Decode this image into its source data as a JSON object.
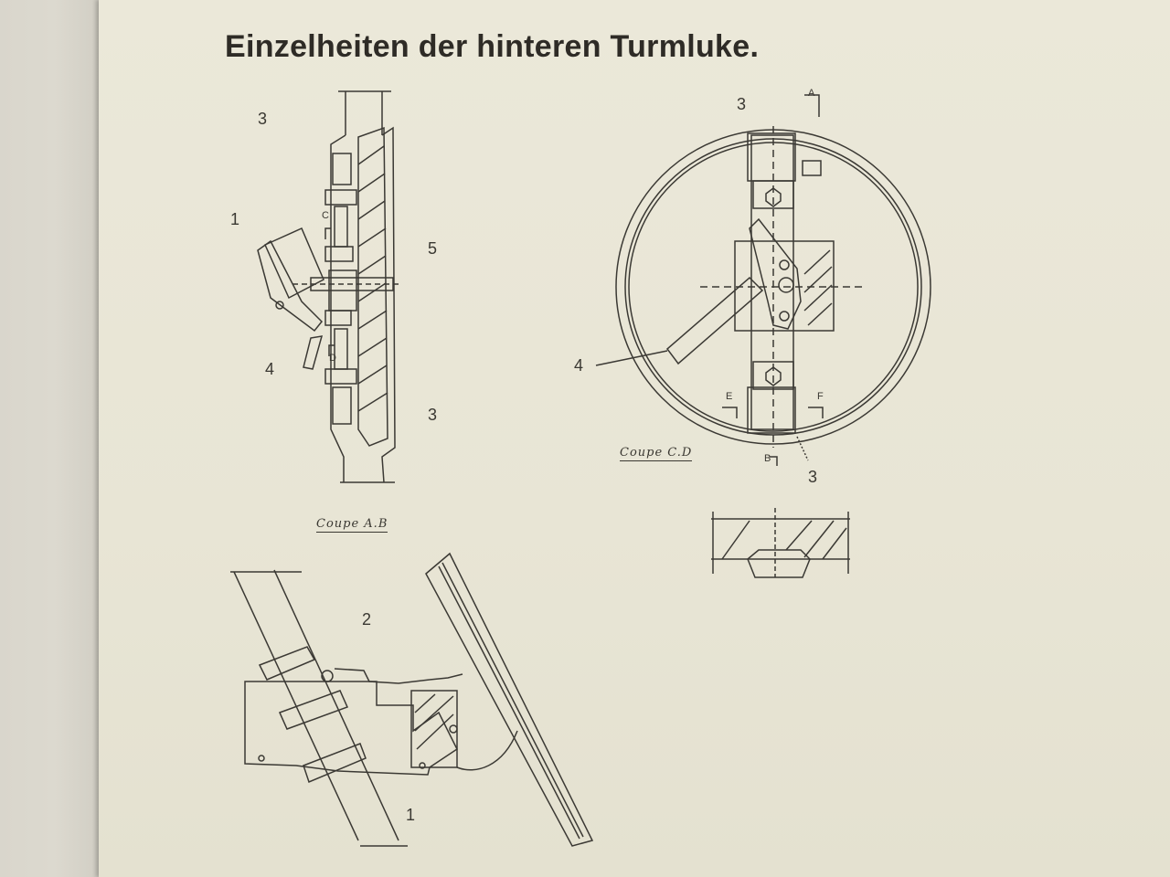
{
  "document": {
    "title": "Einzelheiten der hinteren Turmluke."
  },
  "figures": {
    "section_ab": {
      "caption": "Coupe A.B",
      "callouts": [
        "3",
        "1",
        "5",
        "4",
        "3"
      ],
      "section_marks": [
        "C",
        "D"
      ]
    },
    "section_cd": {
      "caption": "Coupe C.D",
      "callouts": [
        "3",
        "4",
        "3"
      ],
      "section_marks": [
        "A",
        "B",
        "E",
        "F"
      ]
    },
    "detail_side": {
      "callouts": [
        "2",
        "1"
      ]
    }
  },
  "colors": {
    "paper": "#e8e5d5",
    "ink": "#3b3934"
  }
}
